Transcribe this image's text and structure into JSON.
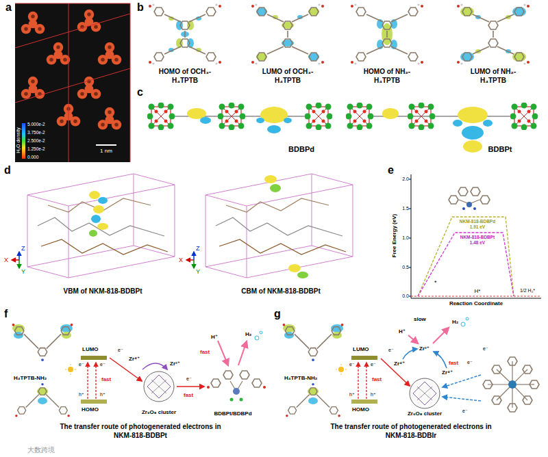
{
  "diagram": {
    "labels": [
      "a",
      "b",
      "c",
      "d",
      "e",
      "f",
      "g",
      "H₂O density",
      "5.000e-2",
      "3.750e-2",
      "2.500e-2",
      "1.250e-2",
      "0.000",
      "1 nm",
      "HOMO of OCH₃-H₄TPTB",
      "LUMO of OCH₃-H₄TPTB",
      "HOMO of NH₂-H₄TPTB",
      "LUMO of NH₂-H₄TPTB",
      "BDBPd",
      "BDBPt",
      "X",
      "Z",
      "Y",
      "VBM of NKM-818-BDBPt",
      "X",
      "Z",
      "Y",
      "CBM of NKM-818-BDBPt",
      "Free Energy (eV)",
      "2.0",
      "1.5",
      "1.0",
      "0.5",
      "0.0",
      "NKM-818-BDBPd",
      "1.91 eV",
      "NKM-818-BDBPt",
      "1.48 eV",
      "*",
      "H*",
      "1/2 H₂*",
      "Reaction Coordinate",
      "H₄TPTB-NH₂",
      "LUMO",
      "e⁻",
      "e⁻",
      "e⁻",
      "fast",
      "h⁺",
      "h⁺",
      "HOMO",
      "Zr⁴⁺",
      "Zr³⁺",
      "e⁻",
      "fast",
      "Zr₆O₈ cluster",
      "H⁺",
      "H₂",
      "fast",
      "BDBPt/BDBPd",
      "The transfer route of photogenerated electrons in NKM-818-BDBPt",
      "H₄TPTB-NH₂",
      "LUMO",
      "e⁻",
      "e⁻",
      "e⁻",
      "fast",
      "h⁺",
      "h⁺",
      "HOMO",
      "H⁺",
      "slow",
      "H₂",
      "Zr³⁺",
      "Zr⁴⁺",
      "Zr⁴⁺",
      "fast",
      "e⁻",
      "e⁻",
      "e⁻",
      "Zr₆O₈ cluster",
      "The transfer route of photogenerated electrons in NKM-818-BDBIr",
      "大数跨境"
    ]
  }
}
